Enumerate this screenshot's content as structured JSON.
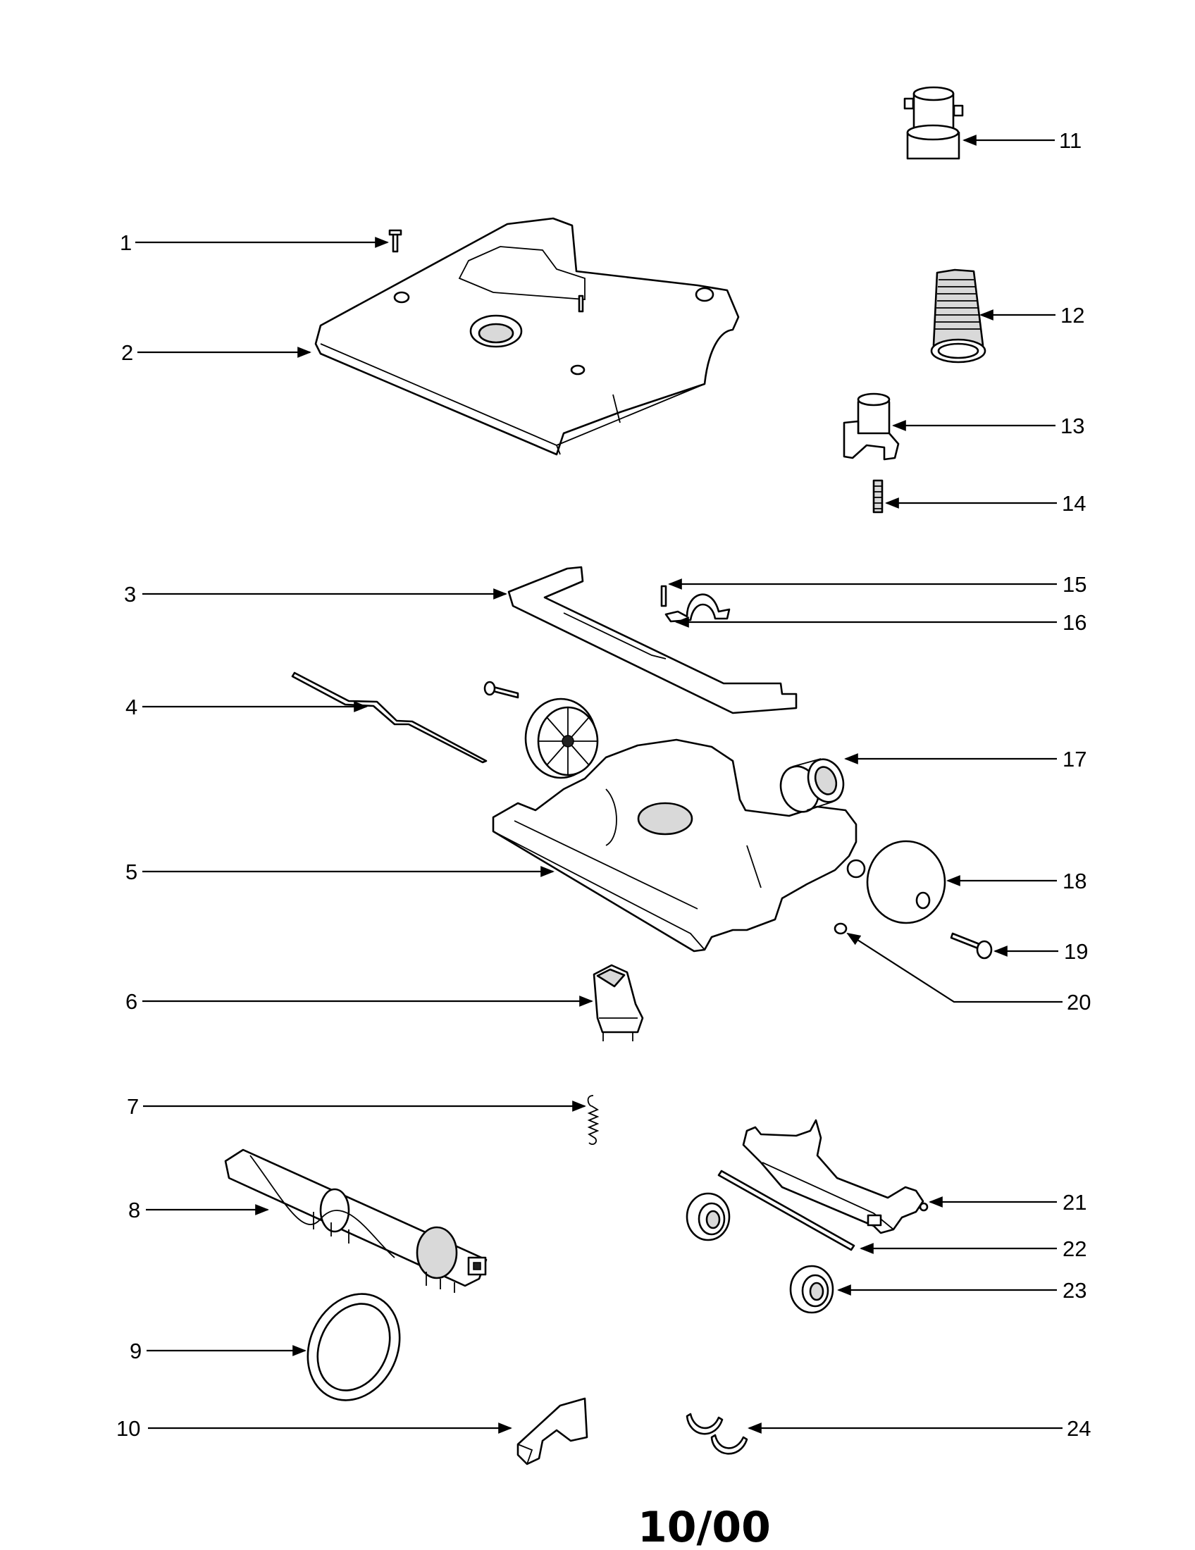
{
  "callouts": [
    {
      "id": "1",
      "label": "1"
    },
    {
      "id": "2",
      "label": "2"
    },
    {
      "id": "3",
      "label": "3"
    },
    {
      "id": "4",
      "label": "4"
    },
    {
      "id": "5",
      "label": "5"
    },
    {
      "id": "6",
      "label": "6"
    },
    {
      "id": "7",
      "label": "7"
    },
    {
      "id": "8",
      "label": "8"
    },
    {
      "id": "9",
      "label": "9"
    },
    {
      "id": "10",
      "label": "10"
    },
    {
      "id": "11",
      "label": "11"
    },
    {
      "id": "12",
      "label": "12"
    },
    {
      "id": "13",
      "label": "13"
    },
    {
      "id": "14",
      "label": "14"
    },
    {
      "id": "15",
      "label": "15"
    },
    {
      "id": "16",
      "label": "16"
    },
    {
      "id": "17",
      "label": "17"
    },
    {
      "id": "18",
      "label": "18"
    },
    {
      "id": "19",
      "label": "19"
    },
    {
      "id": "20",
      "label": "20"
    },
    {
      "id": "21",
      "label": "21"
    },
    {
      "id": "22",
      "label": "22"
    },
    {
      "id": "23",
      "label": "23"
    },
    {
      "id": "24",
      "label": "24"
    }
  ],
  "footer": {
    "date_code": "10/00"
  }
}
